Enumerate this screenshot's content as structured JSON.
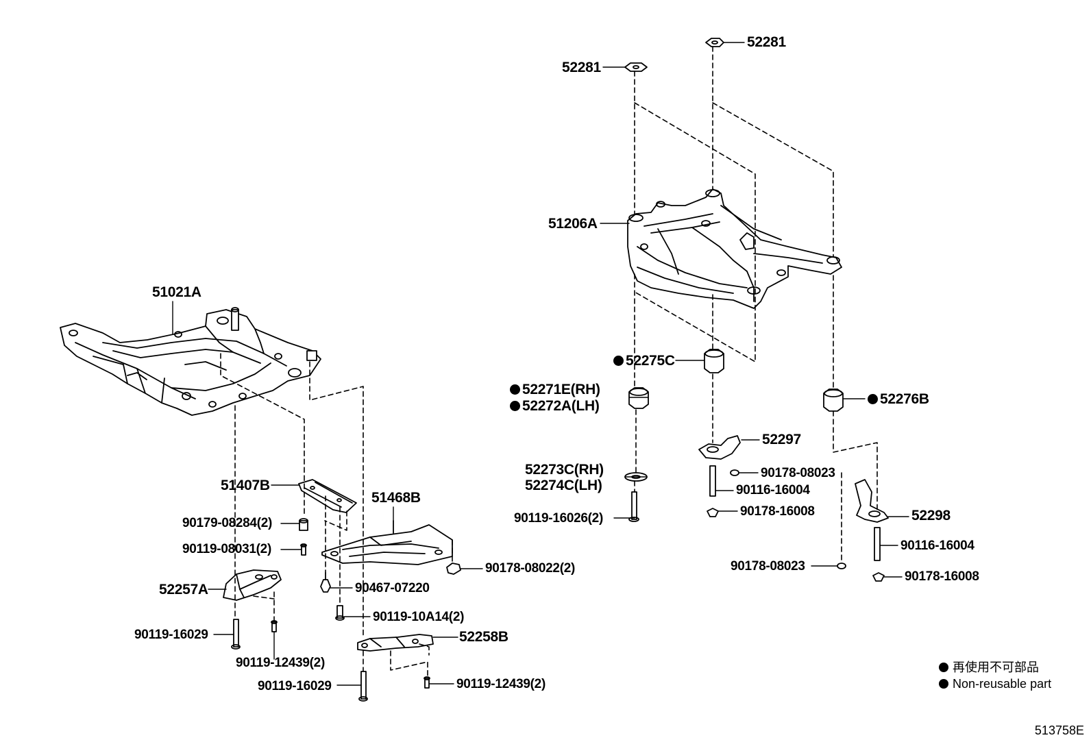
{
  "parts": [
    {
      "id": "52281-right",
      "code": "52281",
      "nonReusable": false
    },
    {
      "id": "52281-left",
      "code": "52281",
      "nonReusable": false
    },
    {
      "id": "51206A",
      "code": "51206A",
      "nonReusable": false
    },
    {
      "id": "51021A",
      "code": "51021A",
      "nonReusable": false
    },
    {
      "id": "52275C",
      "code": "52275C",
      "nonReusable": true
    },
    {
      "id": "52271E",
      "code": "52271E(RH)",
      "nonReusable": true
    },
    {
      "id": "52272A",
      "code": "52272A(LH)",
      "nonReusable": true
    },
    {
      "id": "52276B",
      "code": "52276B",
      "nonReusable": true
    },
    {
      "id": "52297",
      "code": "52297",
      "nonReusable": false
    },
    {
      "id": "52273C",
      "code": "52273C(RH)",
      "nonReusable": false
    },
    {
      "id": "52274C",
      "code": "52274C(LH)",
      "nonReusable": false
    },
    {
      "id": "90178-08023-a",
      "code": "90178-08023",
      "nonReusable": false
    },
    {
      "id": "90116-16004-a",
      "code": "90116-16004",
      "nonReusable": false
    },
    {
      "id": "90119-16026",
      "code": "90119-16026(2)",
      "nonReusable": false
    },
    {
      "id": "90178-16008-a",
      "code": "90178-16008",
      "nonReusable": false
    },
    {
      "id": "52298",
      "code": "52298",
      "nonReusable": false
    },
    {
      "id": "90116-16004-b",
      "code": "90116-16004",
      "nonReusable": false
    },
    {
      "id": "90178-08023-b",
      "code": "90178-08023",
      "nonReusable": false
    },
    {
      "id": "90178-16008-b",
      "code": "90178-16008",
      "nonReusable": false
    },
    {
      "id": "51407B",
      "code": "51407B",
      "nonReusable": false
    },
    {
      "id": "51468B",
      "code": "51468B",
      "nonReusable": false
    },
    {
      "id": "90179-08284",
      "code": "90179-08284(2)",
      "nonReusable": false
    },
    {
      "id": "90119-08031",
      "code": "90119-08031(2)",
      "nonReusable": false
    },
    {
      "id": "90178-08022",
      "code": "90178-08022(2)",
      "nonReusable": false
    },
    {
      "id": "52257A",
      "code": "52257A",
      "nonReusable": false
    },
    {
      "id": "90467-07220",
      "code": "90467-07220",
      "nonReusable": false
    },
    {
      "id": "90119-10A14",
      "code": "90119-10A14(2)",
      "nonReusable": false
    },
    {
      "id": "90119-16029-a",
      "code": "90119-16029",
      "nonReusable": false
    },
    {
      "id": "52258B",
      "code": "52258B",
      "nonReusable": false
    },
    {
      "id": "90119-12439-a",
      "code": "90119-12439(2)",
      "nonReusable": false
    },
    {
      "id": "90119-16029-b",
      "code": "90119-16029",
      "nonReusable": false
    },
    {
      "id": "90119-12439-b",
      "code": "90119-12439(2)",
      "nonReusable": false
    }
  ],
  "legend": {
    "symbol": "filled-circle",
    "line_jp": "再使用不可部品",
    "line_en": "Non-reusable part"
  },
  "figure_id": "513758E"
}
